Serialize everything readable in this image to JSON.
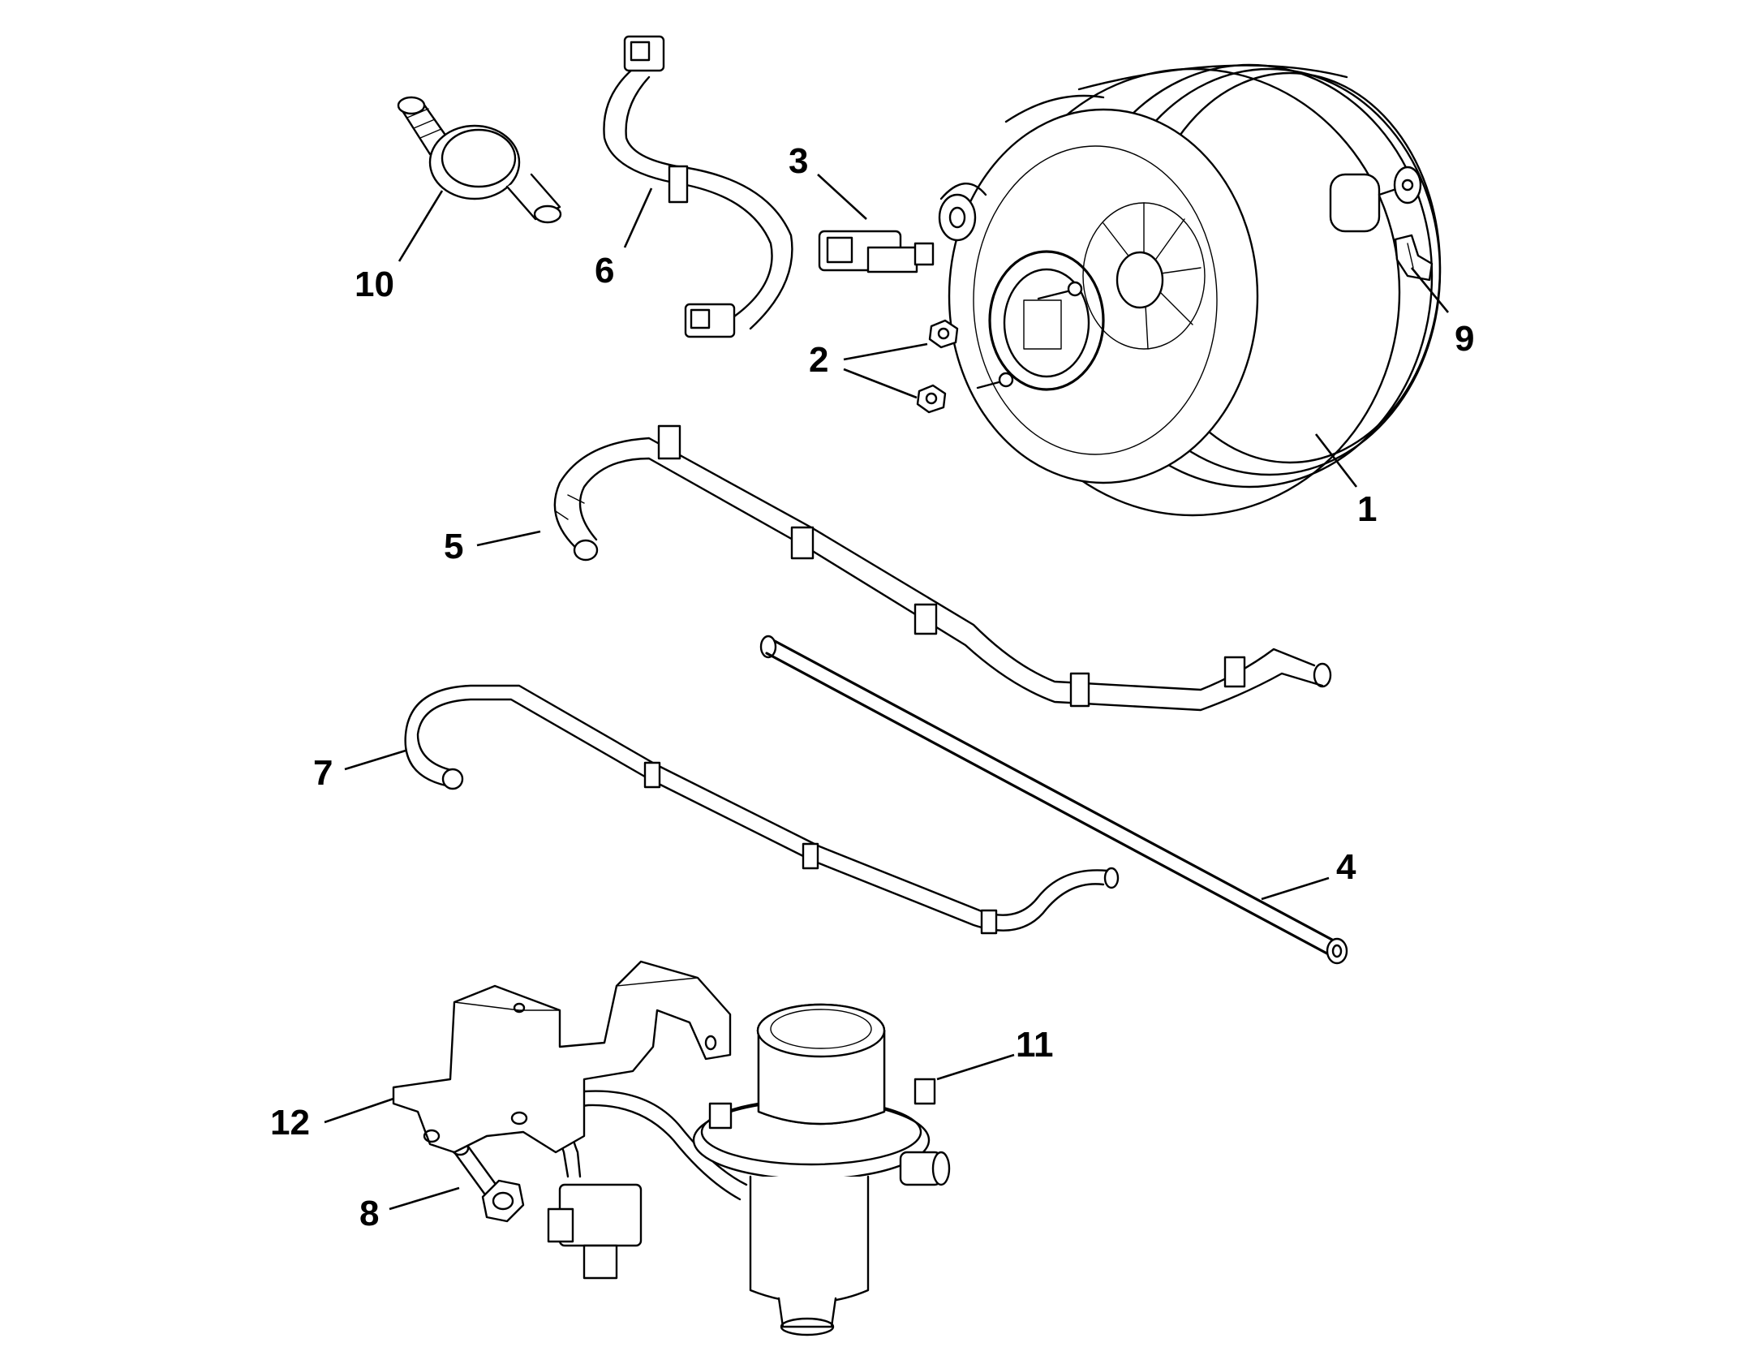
{
  "diagram": {
    "background_color": "#ffffff",
    "line_color": "#000000",
    "callouts": [
      {
        "id": "c1",
        "label": "1"
      },
      {
        "id": "c2",
        "label": "2"
      },
      {
        "id": "c3",
        "label": "3"
      },
      {
        "id": "c4",
        "label": "4"
      },
      {
        "id": "c5",
        "label": "5"
      },
      {
        "id": "c6",
        "label": "6"
      },
      {
        "id": "c7",
        "label": "7"
      },
      {
        "id": "c8",
        "label": "8"
      },
      {
        "id": "c9",
        "label": "9"
      },
      {
        "id": "c10",
        "label": "10"
      },
      {
        "id": "c11",
        "label": "11"
      },
      {
        "id": "c12",
        "label": "12"
      }
    ]
  }
}
